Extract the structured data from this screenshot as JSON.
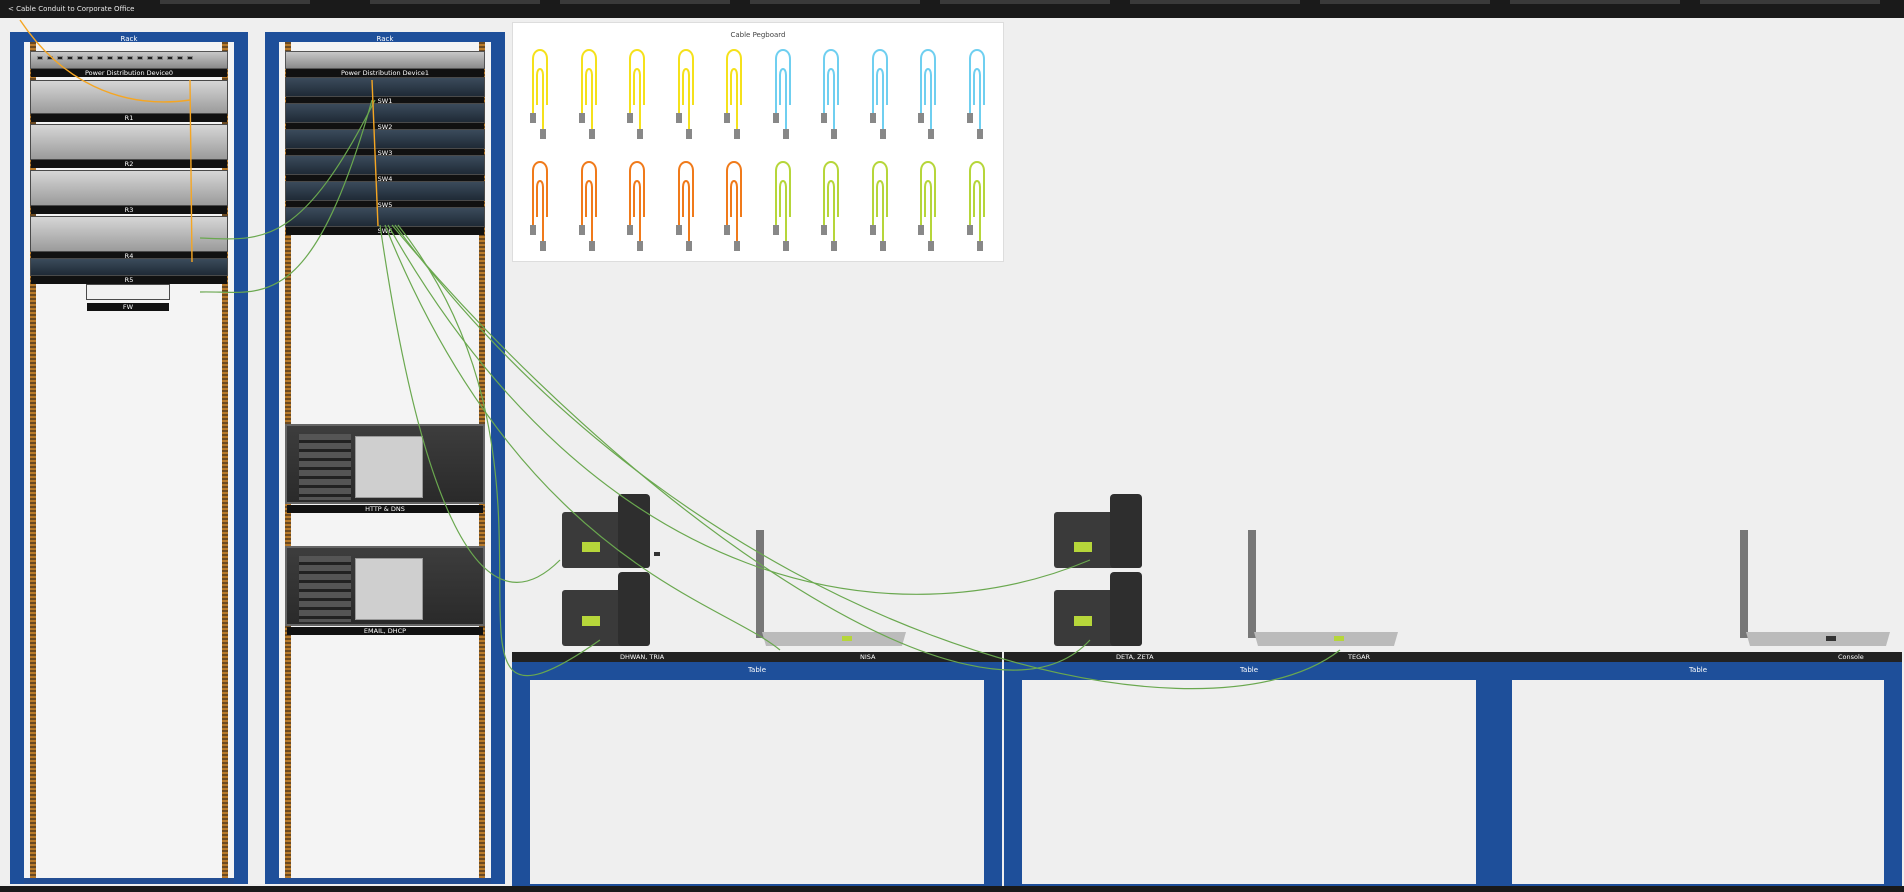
{
  "header": {
    "back_link": "< Cable Conduit to Corporate Office"
  },
  "rack_left": {
    "title": "Rack",
    "pdu_label": "Power Distribution Device0",
    "devices": [
      "R1",
      "R2",
      "R3",
      "R4",
      "R5",
      "FW"
    ]
  },
  "rack_right": {
    "title": "Rack",
    "pdu_label": "Power Distribution Device1",
    "switches": [
      "SW1",
      "SW2",
      "SW3",
      "SW4",
      "SW5",
      "SW6"
    ],
    "servers": [
      "HTTP & DNS",
      "EMAIL, DHCP"
    ]
  },
  "pegboard": {
    "title": "Cable Pegboard",
    "row1_colors": [
      "#f5e11b",
      "#f5e11b",
      "#f5e11b",
      "#f5e11b",
      "#f5e11b",
      "#6fcff0",
      "#6fcff0",
      "#6fcff0",
      "#6fcff0",
      "#6fcff0"
    ],
    "row2_colors": [
      "#f07a1a",
      "#f07a1a",
      "#f07a1a",
      "#f07a1a",
      "#f07a1a",
      "#b6d63a",
      "#b6d63a",
      "#b6d63a",
      "#b6d63a",
      "#b6d63a"
    ]
  },
  "tables": [
    {
      "label": "Table",
      "items": [
        "DHWAN, TRIA",
        "NISA"
      ]
    },
    {
      "label": "Table",
      "items": [
        "DETA, ZETA",
        "TEGAR"
      ]
    },
    {
      "label": "Table",
      "items": [
        "Console"
      ]
    }
  ],
  "colors": {
    "rack_blue": "#1e4f9a",
    "cable_green": "#6aa84f",
    "cable_orange": "#f5a623"
  }
}
